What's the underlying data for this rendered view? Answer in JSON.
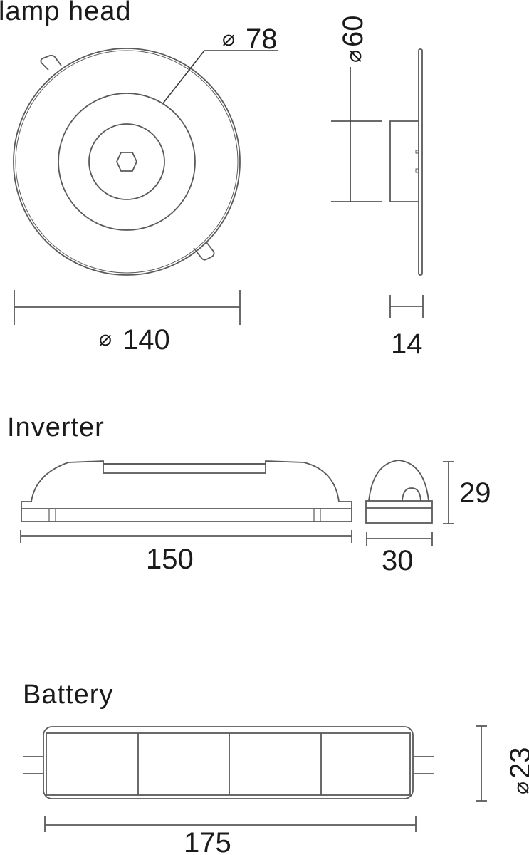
{
  "sections": {
    "lamp_head": {
      "title": "lamp head",
      "dimensions": {
        "outer_diameter": {
          "symbol": "⌀",
          "value": "140"
        },
        "inner_diameter": {
          "symbol": "⌀",
          "value": "78"
        },
        "body_diameter": {
          "symbol": "⌀",
          "value": "60"
        },
        "thickness": {
          "value": "14"
        }
      }
    },
    "inverter": {
      "title": "Inverter",
      "dimensions": {
        "length": {
          "value": "150"
        },
        "width": {
          "value": "30"
        },
        "height": {
          "value": "29"
        }
      }
    },
    "battery": {
      "title": "Battery",
      "cells": 4,
      "dimensions": {
        "length": {
          "value": "175"
        },
        "diameter": {
          "symbol": "⌀",
          "value": "23"
        }
      }
    }
  },
  "colors": {
    "line": "#5a5a5a",
    "text": "#1a1a1a",
    "background": "#ffffff"
  }
}
